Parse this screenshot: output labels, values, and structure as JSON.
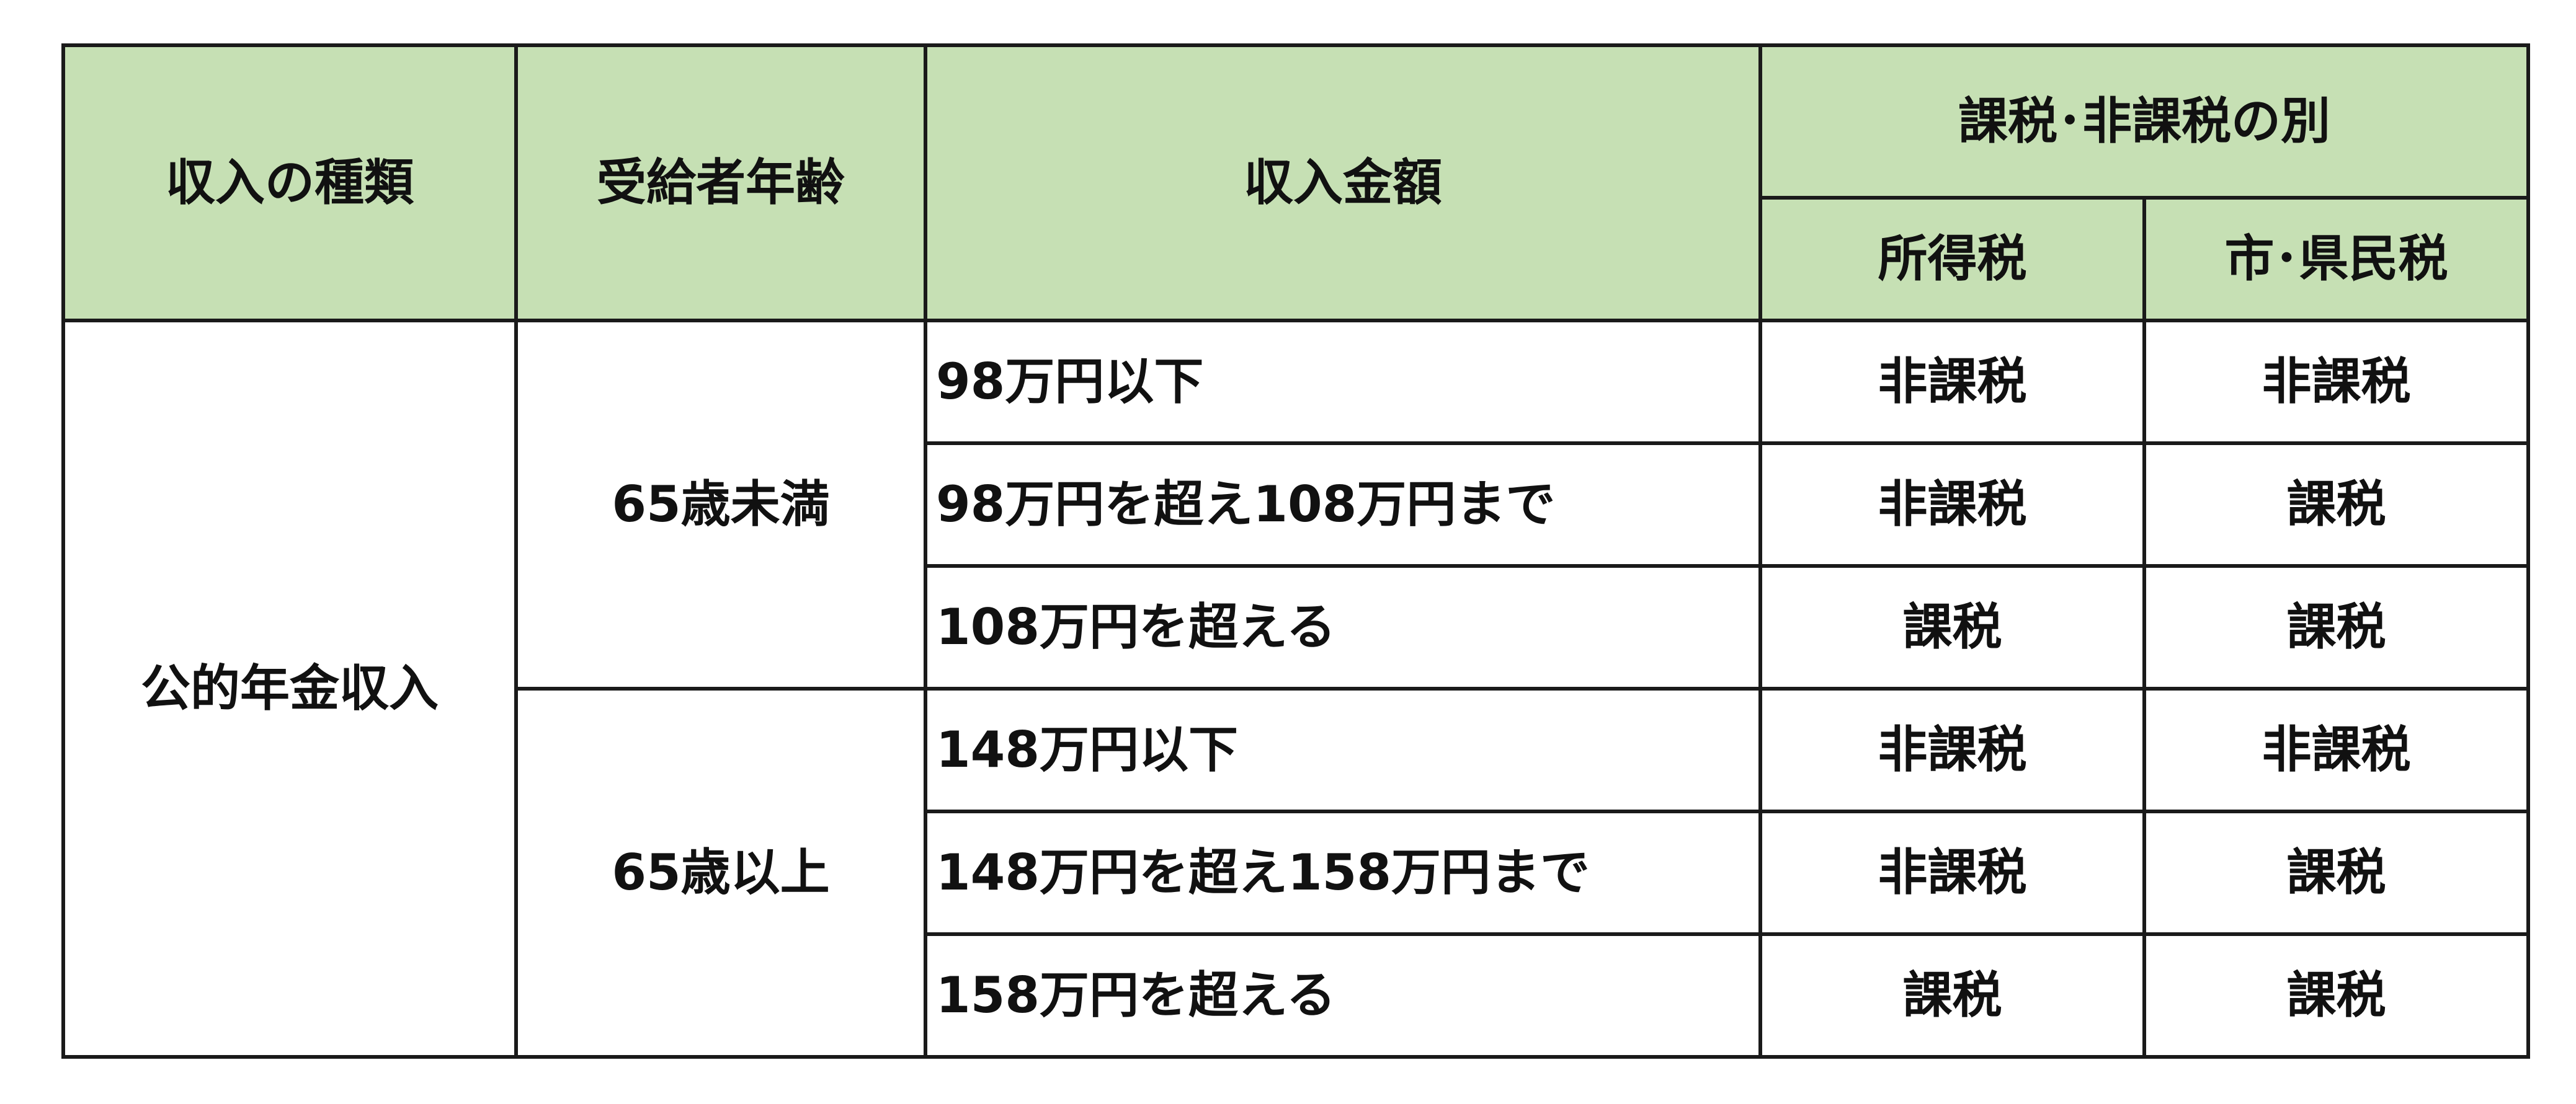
{
  "header": {
    "income_type": "収入の種類",
    "recipient_age": "受給者年齢",
    "income_amount": "収入金額",
    "tax_status": "課税･非課税の別",
    "income_tax": "所得税",
    "resident_tax": "市･県民税"
  },
  "body": {
    "income_category": "公的年金収入",
    "groups": [
      {
        "age": "65歳未満",
        "rows": [
          {
            "amount": "98万円以下",
            "income_tax": "非課税",
            "resident_tax": "非課税"
          },
          {
            "amount": "98万円を超え108万円まで",
            "income_tax": "非課税",
            "resident_tax": "課税"
          },
          {
            "amount": "108万円を超える",
            "income_tax": "課税",
            "resident_tax": "課税"
          }
        ]
      },
      {
        "age": "65歳以上",
        "rows": [
          {
            "amount": "148万円以下",
            "income_tax": "非課税",
            "resident_tax": "非課税"
          },
          {
            "amount": "148万円を超え158万円まで",
            "income_tax": "非課税",
            "resident_tax": "課税"
          },
          {
            "amount": "158万円を超える",
            "income_tax": "課税",
            "resident_tax": "課税"
          }
        ]
      }
    ]
  },
  "colors": {
    "header_bg": "#c6e0b4",
    "border": "#1a1a1a"
  }
}
